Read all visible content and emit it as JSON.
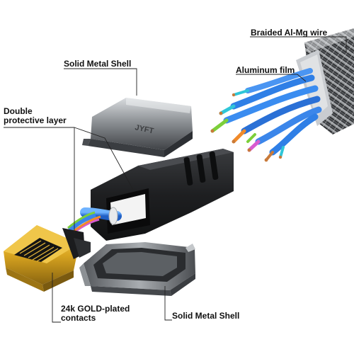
{
  "labels": {
    "braided_wire": "Braided Al-Mg wire",
    "aluminum_film": "Aluminum film",
    "solid_metal_shell_top": "Solid Metal Shell",
    "double_layer_line1": "Double",
    "double_layer_line2": "protective layer",
    "gold_contacts_line1": "24k GOLD-plated",
    "gold_contacts_line2": "contacts",
    "solid_metal_shell_bottom": "Solid Metal Shell"
  },
  "brand_mark": "JYFT",
  "colors": {
    "wire_blue": "#2f7fe6",
    "wire_cyan": "#2fc6d8",
    "wire_green": "#7ccf3a",
    "wire_orange": "#f08a2a",
    "wire_magenta": "#d85ad0",
    "wire_copper": "#c87a3a",
    "gold": "#d9a520",
    "shell": "#6b6f74",
    "housing": "#1e1f21"
  }
}
